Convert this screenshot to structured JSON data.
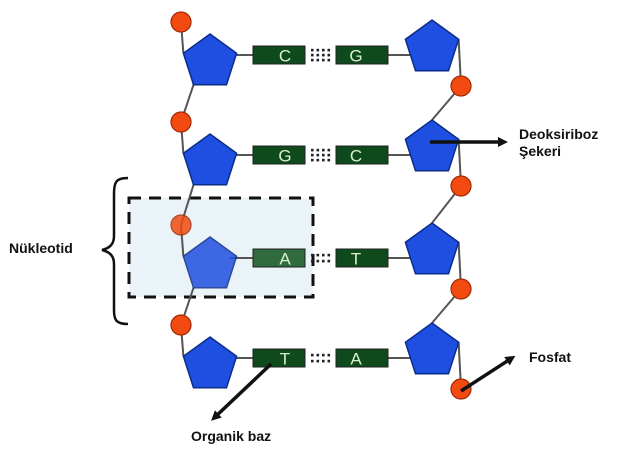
{
  "title": "DNA structure diagram",
  "colors": {
    "sugar": "#1f4fe0",
    "sugar_stroke": "#0a2d8a",
    "phosphate": "#f24a10",
    "phosphate_stroke": "#a02a05",
    "base_box": "#0f4a1c",
    "base_box_highlighted": "#2f6b3c",
    "highlight_fill": "#eaf3f8"
  },
  "base_pairs": [
    {
      "left": "C",
      "right": "G"
    },
    {
      "left": "G",
      "right": "C"
    },
    {
      "left": "A",
      "right": "T"
    },
    {
      "left": "T",
      "right": "A"
    }
  ],
  "highlighted_pair_index": 2,
  "labels": {
    "nucleotide": "Nükleotid",
    "sugar_line1": "Deoksiriboz",
    "sugar_line2": "Şekeri",
    "phosphate": "Fosfat",
    "organic_base": "Organik baz"
  }
}
